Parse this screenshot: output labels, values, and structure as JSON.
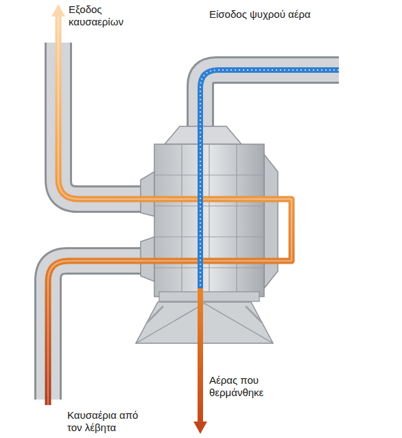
{
  "diagram": {
    "labels": [
      "Εξοδος καυσαερίων",
      "Είσοδος ψυχρού αέρα",
      "Αέρας που θερμάνθηκε",
      "Καυσαέρια από τον λέβητα"
    ]
  }
}
